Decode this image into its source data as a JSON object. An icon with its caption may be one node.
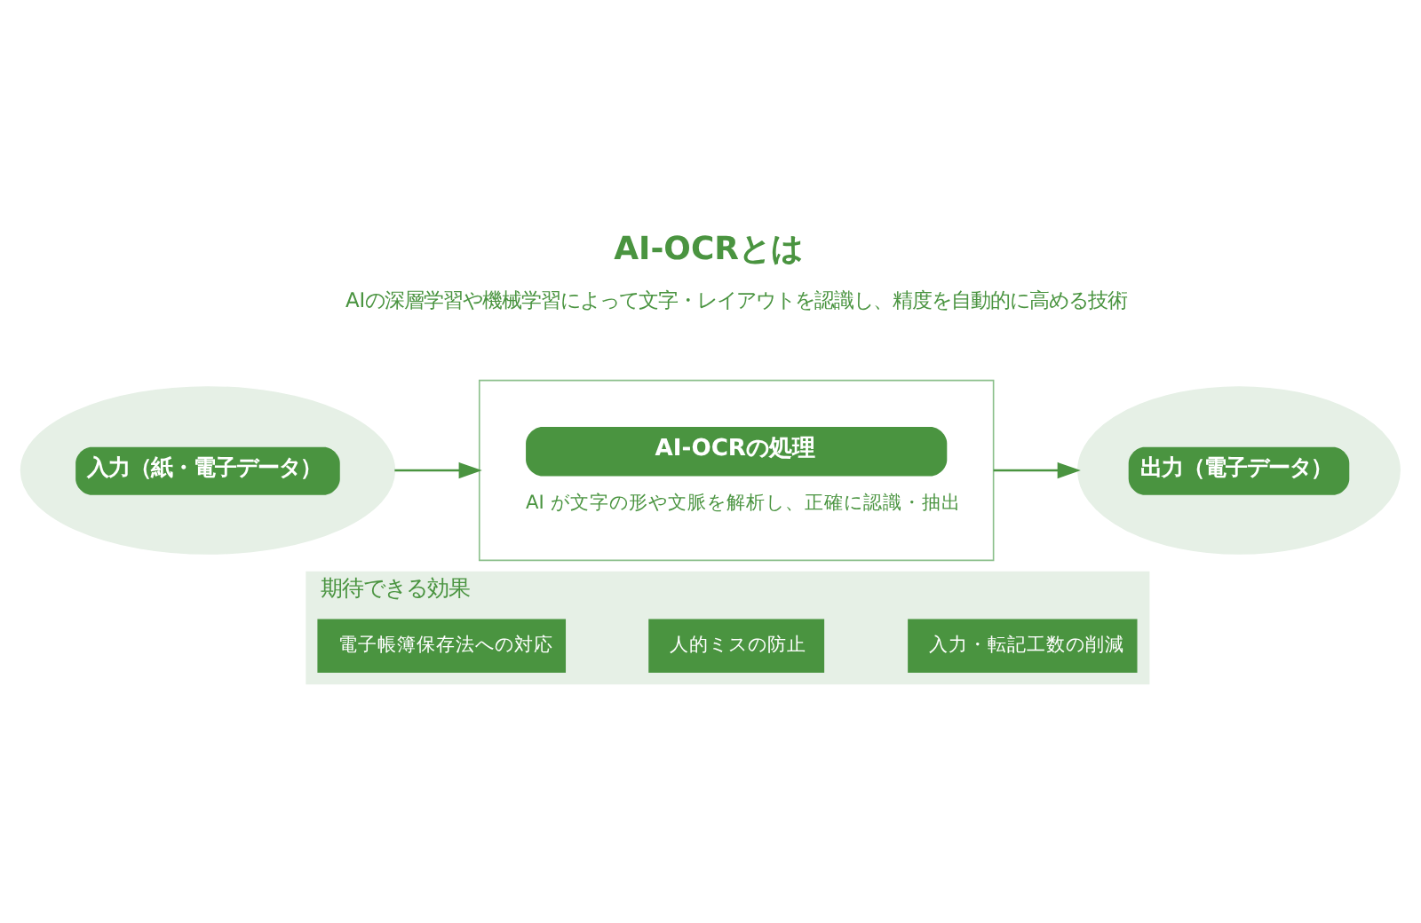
{
  "diagram": {
    "title": "AI-OCRとは",
    "nodes": [
      {
        "text": [
          "入力（紙・電子データ）"
        ]
      },
      {
        "text": [
          "AI-OCRの処理",
          "AI が文字の形や文脈を解析し、正確に認識・抽出"
        ]
      },
      {
        "text": [
          "出力（電子データ）"
        ]
      },
      {
        "text": [
          "期待できる効果"
        ]
      },
      {
        "text": [
          "入力・転記工数の削減"
        ],
        "in": 3
      },
      {
        "text": [
          "人的ミスの防止"
        ],
        "in": 3
      },
      {
        "text": [
          "電子帳簿保存法への対応"
        ],
        "in": 3
      }
    ],
    "edges": [
      {
        "from": 0,
        "to": 1,
        "arrow": "to"
      },
      {
        "from": 1,
        "to": 2,
        "arrow": "to"
      }
    ],
    "labels": [
      "AIの深層学習や機械学習によって文字・レイアウトを認識し、精度を自動的に高める技術"
    ]
  }
}
